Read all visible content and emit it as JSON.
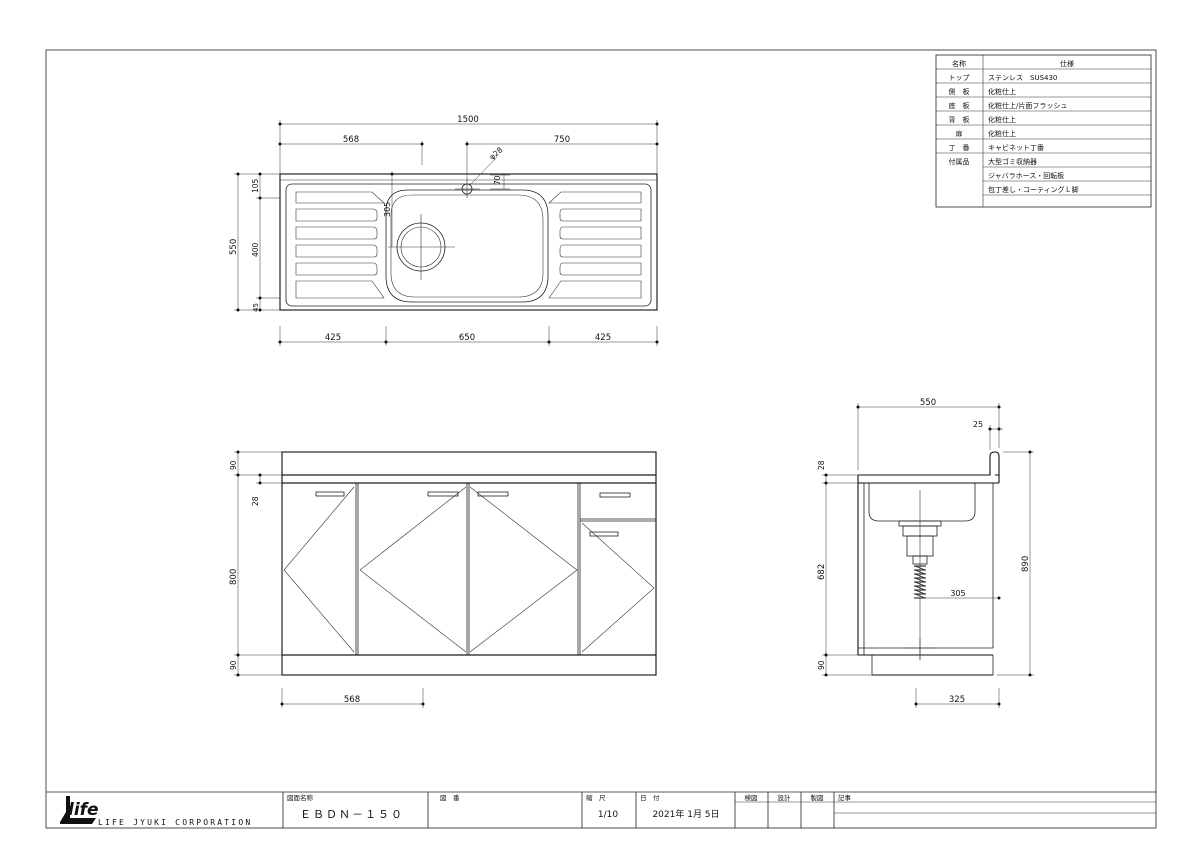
{
  "spec_table": {
    "header_name": "名称",
    "header_spec": "仕様",
    "rows": [
      {
        "name": "トップ",
        "spec": "ステンレス　SUS430"
      },
      {
        "name": "側　板",
        "spec": "化粧仕上"
      },
      {
        "name": "底　板",
        "spec": "化粧仕上/片面フラッシュ"
      },
      {
        "name": "背　板",
        "spec": "化粧仕上"
      },
      {
        "name": "扉",
        "spec": "化粧仕上"
      },
      {
        "name": "丁　番",
        "spec": "キャビネット丁番"
      },
      {
        "name": "付属品",
        "spec": "大型ゴミ収納器"
      },
      {
        "name": "",
        "spec": "ジャバラホース・回転板"
      },
      {
        "name": "",
        "spec": "包丁差し・コーティングＬ脚"
      },
      {
        "name": "",
        "spec": ""
      }
    ]
  },
  "plan_view": {
    "dim_total": "1500",
    "dim_left": "568",
    "dim_right": "750",
    "dim_hole": "φ28",
    "dim_hole_offset": "70",
    "dim_depth": "550",
    "dim_back": "105",
    "dim_bowl_depth": "400",
    "dim_front": "45",
    "dim_drain": "305",
    "dim_bottom_left": "425",
    "dim_bottom_mid": "650",
    "dim_bottom_right": "425"
  },
  "front_view": {
    "dim_top": "90",
    "dim_counter": "28",
    "dim_height": "800",
    "dim_base": "90",
    "dim_width": "568"
  },
  "side_view": {
    "dim_depth": "550",
    "dim_backsplash": "25",
    "dim_counter": "28",
    "dim_body": "682",
    "dim_base": "90",
    "dim_total": "890",
    "dim_drain": "305",
    "dim_bottom": "325"
  },
  "title_block": {
    "logo": "life",
    "company": "LIFE JYUKI CORPORATION",
    "drawing_name_label": "図面名称",
    "drawing_name": "ＥＢＤＮ－１５０",
    "drawing_no_label": "図　番",
    "scale_label": "縮　尺",
    "scale": "1/10",
    "date_label": "日　付",
    "date": "2021年 1月 5日",
    "check_label": "検図",
    "design_label": "設計",
    "draw_label": "製図",
    "notes_label": "記事"
  }
}
